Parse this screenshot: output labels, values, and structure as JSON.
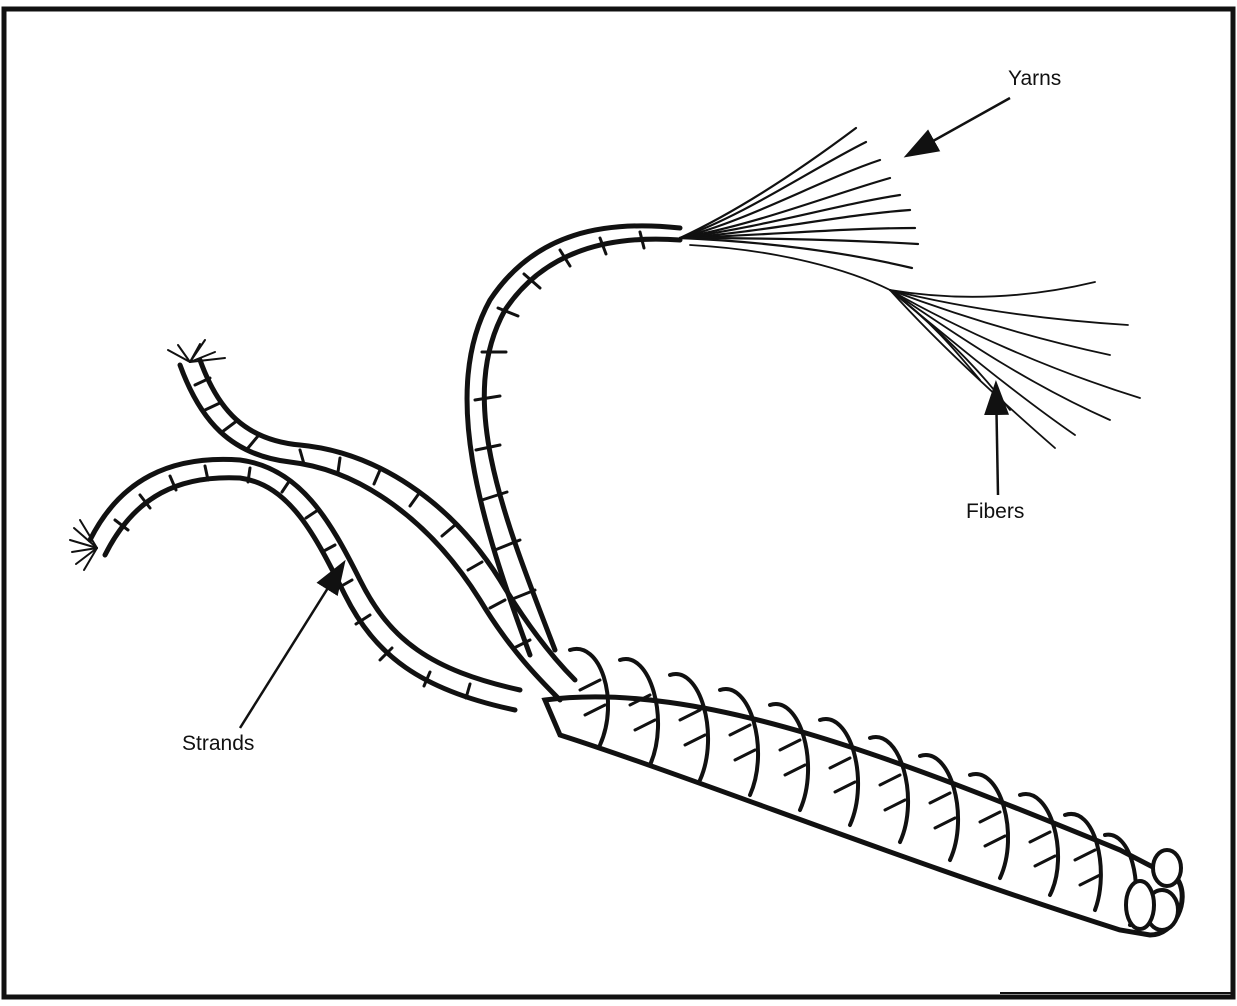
{
  "diagram": {
    "labels": {
      "yarns": "Yarns",
      "fibers": "Fibers",
      "strands": "Strands"
    },
    "colors": {
      "ink": "#111111",
      "background": "#ffffff"
    }
  }
}
